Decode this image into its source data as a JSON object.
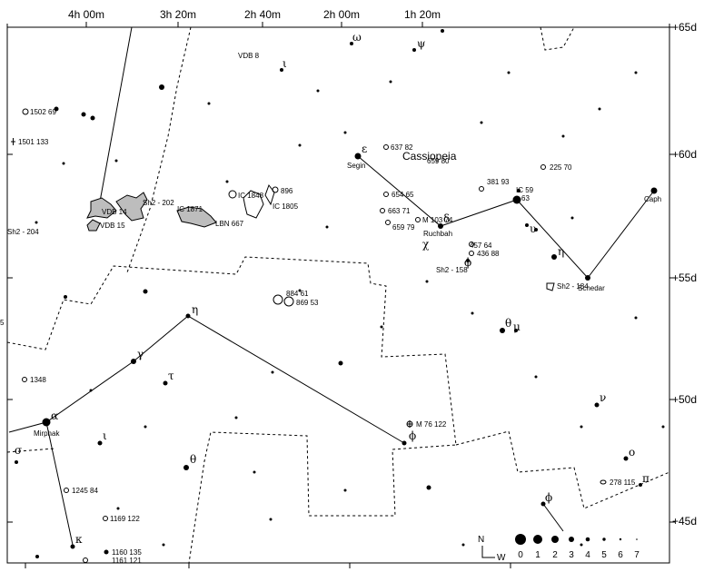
{
  "axes": {
    "ra_labels": [
      "4h 00m",
      "3h 20m",
      "2h 40m",
      "2h 00m",
      "1h 20m"
    ],
    "dec_labels": [
      "+65d",
      "+60d",
      "+55d",
      "+50d",
      "+45d"
    ],
    "left_edge_label": "5"
  },
  "constellation_name": "Cassiopeia",
  "greek": {
    "omega": "ω",
    "psi": "ψ",
    "iota_top": "ι",
    "epsilon": "ε",
    "delta": "δ",
    "chi": "χ",
    "phi_mid": "ϕ",
    "upsilon": "υ",
    "eta_cas": "η",
    "theta_cas": "θ",
    "mu": "μ",
    "nu": "ν",
    "omicron": "ο",
    "pi": "π",
    "eta_per": "η",
    "gamma": "γ",
    "tau": "τ",
    "alpha": "α",
    "iota_low": "ι",
    "sigma": "σ",
    "theta_per": "θ",
    "phi_per": "ϕ",
    "kappa": "κ",
    "phi_bottom": "ϕ"
  },
  "star_names": {
    "segin": "Segin",
    "ruchbah": "Ruchbah",
    "schedar": "Schedar",
    "caph": "Caph",
    "mirphak": "Mirphak"
  },
  "objects": {
    "vdb8": "VDB 8",
    "o1502": "1502 69",
    "o1501": "1501 133",
    "o637": "637 82",
    "o659_top": "659 80",
    "o225": "225 70",
    "o381": "381 93",
    "ic59": "IC 59",
    "o63": "63",
    "o654": "654 65",
    "o663": "663 71",
    "m103": "M 103 74",
    "o659": "659 79",
    "vdb14": "VDB 14",
    "sh2_202": "Sh2 - 202",
    "ic1871": "IC 1871",
    "lbn667": "LBN 667",
    "ic1848": "IC 1848",
    "o896": "896",
    "ic1805": "IC 1805",
    "vdb15": "VDB 15",
    "sh2_204": "Sh2 - 204",
    "o457": "457 64",
    "o436": "436 88",
    "sh2_158": "Sh2 - 158",
    "sh2_184": "Sh2 - 184",
    "o884": "884 61",
    "o869": "869 53",
    "o1348": "1348",
    "m76": "M 76 122",
    "o1245": "1245 84",
    "o1169": "1169 122",
    "o1160": "1160 135",
    "o1161": "1161 121",
    "o278": "278 115"
  },
  "legend": {
    "north": "N",
    "west": "W",
    "magnitudes": [
      "0",
      "1",
      "2",
      "3",
      "4",
      "5",
      "6",
      "7"
    ]
  }
}
